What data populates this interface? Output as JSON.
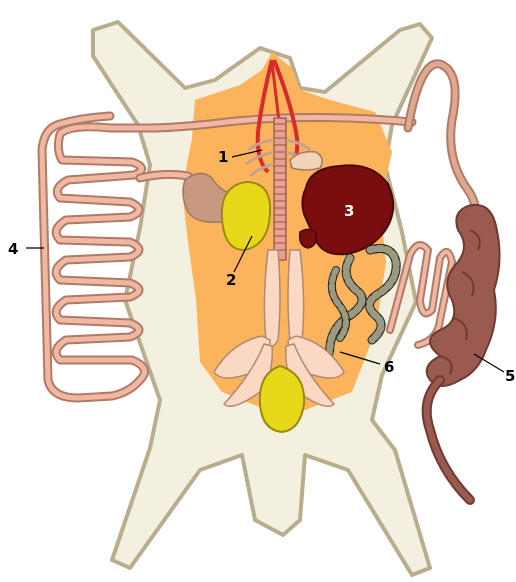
{
  "diagram": {
    "labels": {
      "l1": "1",
      "l2": "2",
      "l3": "3",
      "l4": "4",
      "l5": "5",
      "l6": "6"
    }
  },
  "colors": {
    "skin": "#f4f0e0",
    "skin_edge": "#b8ad8c",
    "body_cavity": "#fcb45c",
    "intestine_pink": "#f0b8a0",
    "intestine_edge": "#b07a68",
    "large_intestine": "#9a5a50",
    "liver": "#7a0e0e",
    "gland_yellow": "#e8d81a",
    "artery_red": "#d82a2a",
    "egg_chain_dark": "#4a3a2a"
  }
}
